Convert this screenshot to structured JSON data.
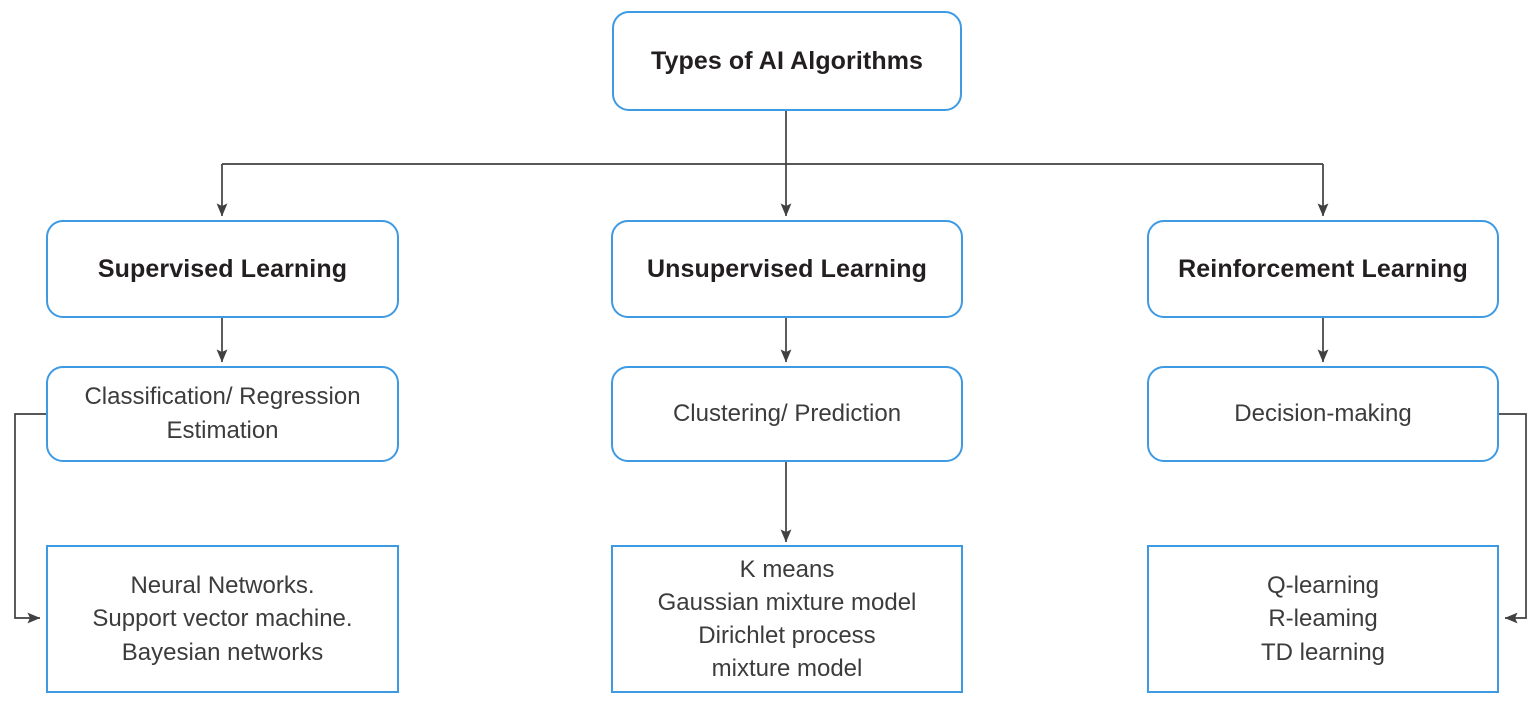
{
  "diagram": {
    "title": "Types of AI Algorithms",
    "type": "tree-flowchart",
    "colors": {
      "node_border": "#3d9ae3",
      "node_fill": "#ffffff",
      "connector": "#404040",
      "title_text": "#231f20",
      "body_text": "#3c3c3c",
      "background": "#ffffff"
    },
    "root": {
      "label": "Types of AI Algorithms",
      "shape": "rounded-rectangle"
    },
    "branches": [
      {
        "id": "supervised",
        "category": "Supervised Learning",
        "task": "Classification/ Regression\nEstimation",
        "algorithms": "Neural Networks.\nSupport vector machine.\nBayesian networks",
        "algorithms_lines": [
          "Neural Networks.",
          "Support vector machine.",
          "Bayesian networks"
        ],
        "task_lines": [
          "Classification/ Regression",
          "Estimation"
        ],
        "connector_style": "left-elbow"
      },
      {
        "id": "unsupervised",
        "category": "Unsupervised Learning",
        "task": "Clustering/ Prediction",
        "algorithms": "K means\nGaussian mixture model\nDirichlet process\nmixture model",
        "algorithms_lines": [
          "K means",
          "Gaussian mixture model",
          "Dirichlet process",
          "mixture model"
        ],
        "task_lines": [
          "Clustering/ Prediction"
        ],
        "connector_style": "straight-arrow"
      },
      {
        "id": "reinforcement",
        "category": "Reinforcement Learning",
        "task": "Decision-making",
        "algorithms": "Q-learning\nR-leaming\nTD learning",
        "algorithms_lines": [
          "Q-learning",
          "R-leaming",
          "TD learning"
        ],
        "task_lines": [
          "Decision-making"
        ],
        "connector_style": "right-elbow"
      }
    ]
  }
}
